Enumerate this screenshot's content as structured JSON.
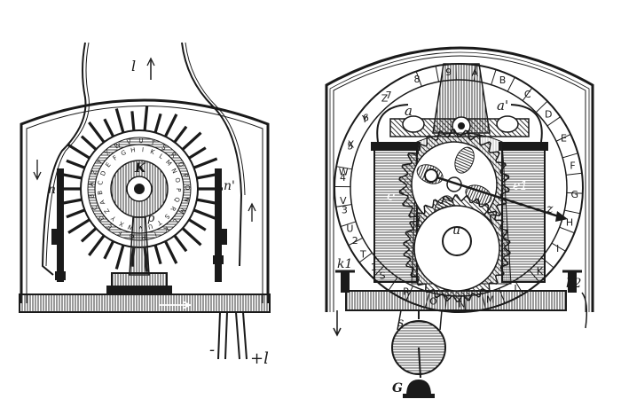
{
  "left_figure": {
    "labels": {
      "n_left": "n",
      "n_right": "n'",
      "l_top": "l",
      "k": "K",
      "p": "p",
      "l_bottom": "+l",
      "minus": "-"
    },
    "inner_ring_letters": [
      "A",
      "B",
      "C",
      "D",
      "E",
      "F",
      "G",
      "H",
      "I",
      "K",
      "L",
      "M",
      "N",
      "O",
      "P",
      "Q",
      "R",
      "S",
      "T",
      "U",
      "V",
      "W",
      "X",
      "Y",
      "Z"
    ],
    "outer_ring_letters": [
      "Z",
      "Y",
      "X",
      "W",
      "V",
      "U",
      "T",
      "S",
      "R",
      "Q",
      "P",
      "O",
      "N",
      "M",
      "L",
      "K",
      "I",
      "H",
      "G",
      "F",
      "E",
      "D",
      "C",
      "B",
      "A"
    ],
    "spoke_count": 34
  },
  "right_figure": {
    "labels": {
      "a_left": "a",
      "a_right": "a'",
      "e_left": "e",
      "e_right": "e1",
      "u": "u",
      "z_pointer": "z",
      "k_left": "k1",
      "k_right": "k2",
      "s": "s",
      "g": "G"
    },
    "dial_numbers": [
      "9",
      "8",
      "7",
      "6",
      "5",
      "4",
      "3",
      "2",
      "1"
    ],
    "dial_letters": [
      "A",
      "B",
      "C",
      "D",
      "E",
      "F",
      "G",
      "H",
      "I",
      "K",
      "L",
      "M",
      "N",
      "O",
      "R",
      "S",
      "T",
      "U",
      "V",
      "W",
      "X",
      "Y",
      "Z"
    ],
    "gear_teeth": 26
  },
  "colors": {
    "ink": "#1a1a1a",
    "paper": "#ffffff",
    "hatch": "#444444"
  }
}
